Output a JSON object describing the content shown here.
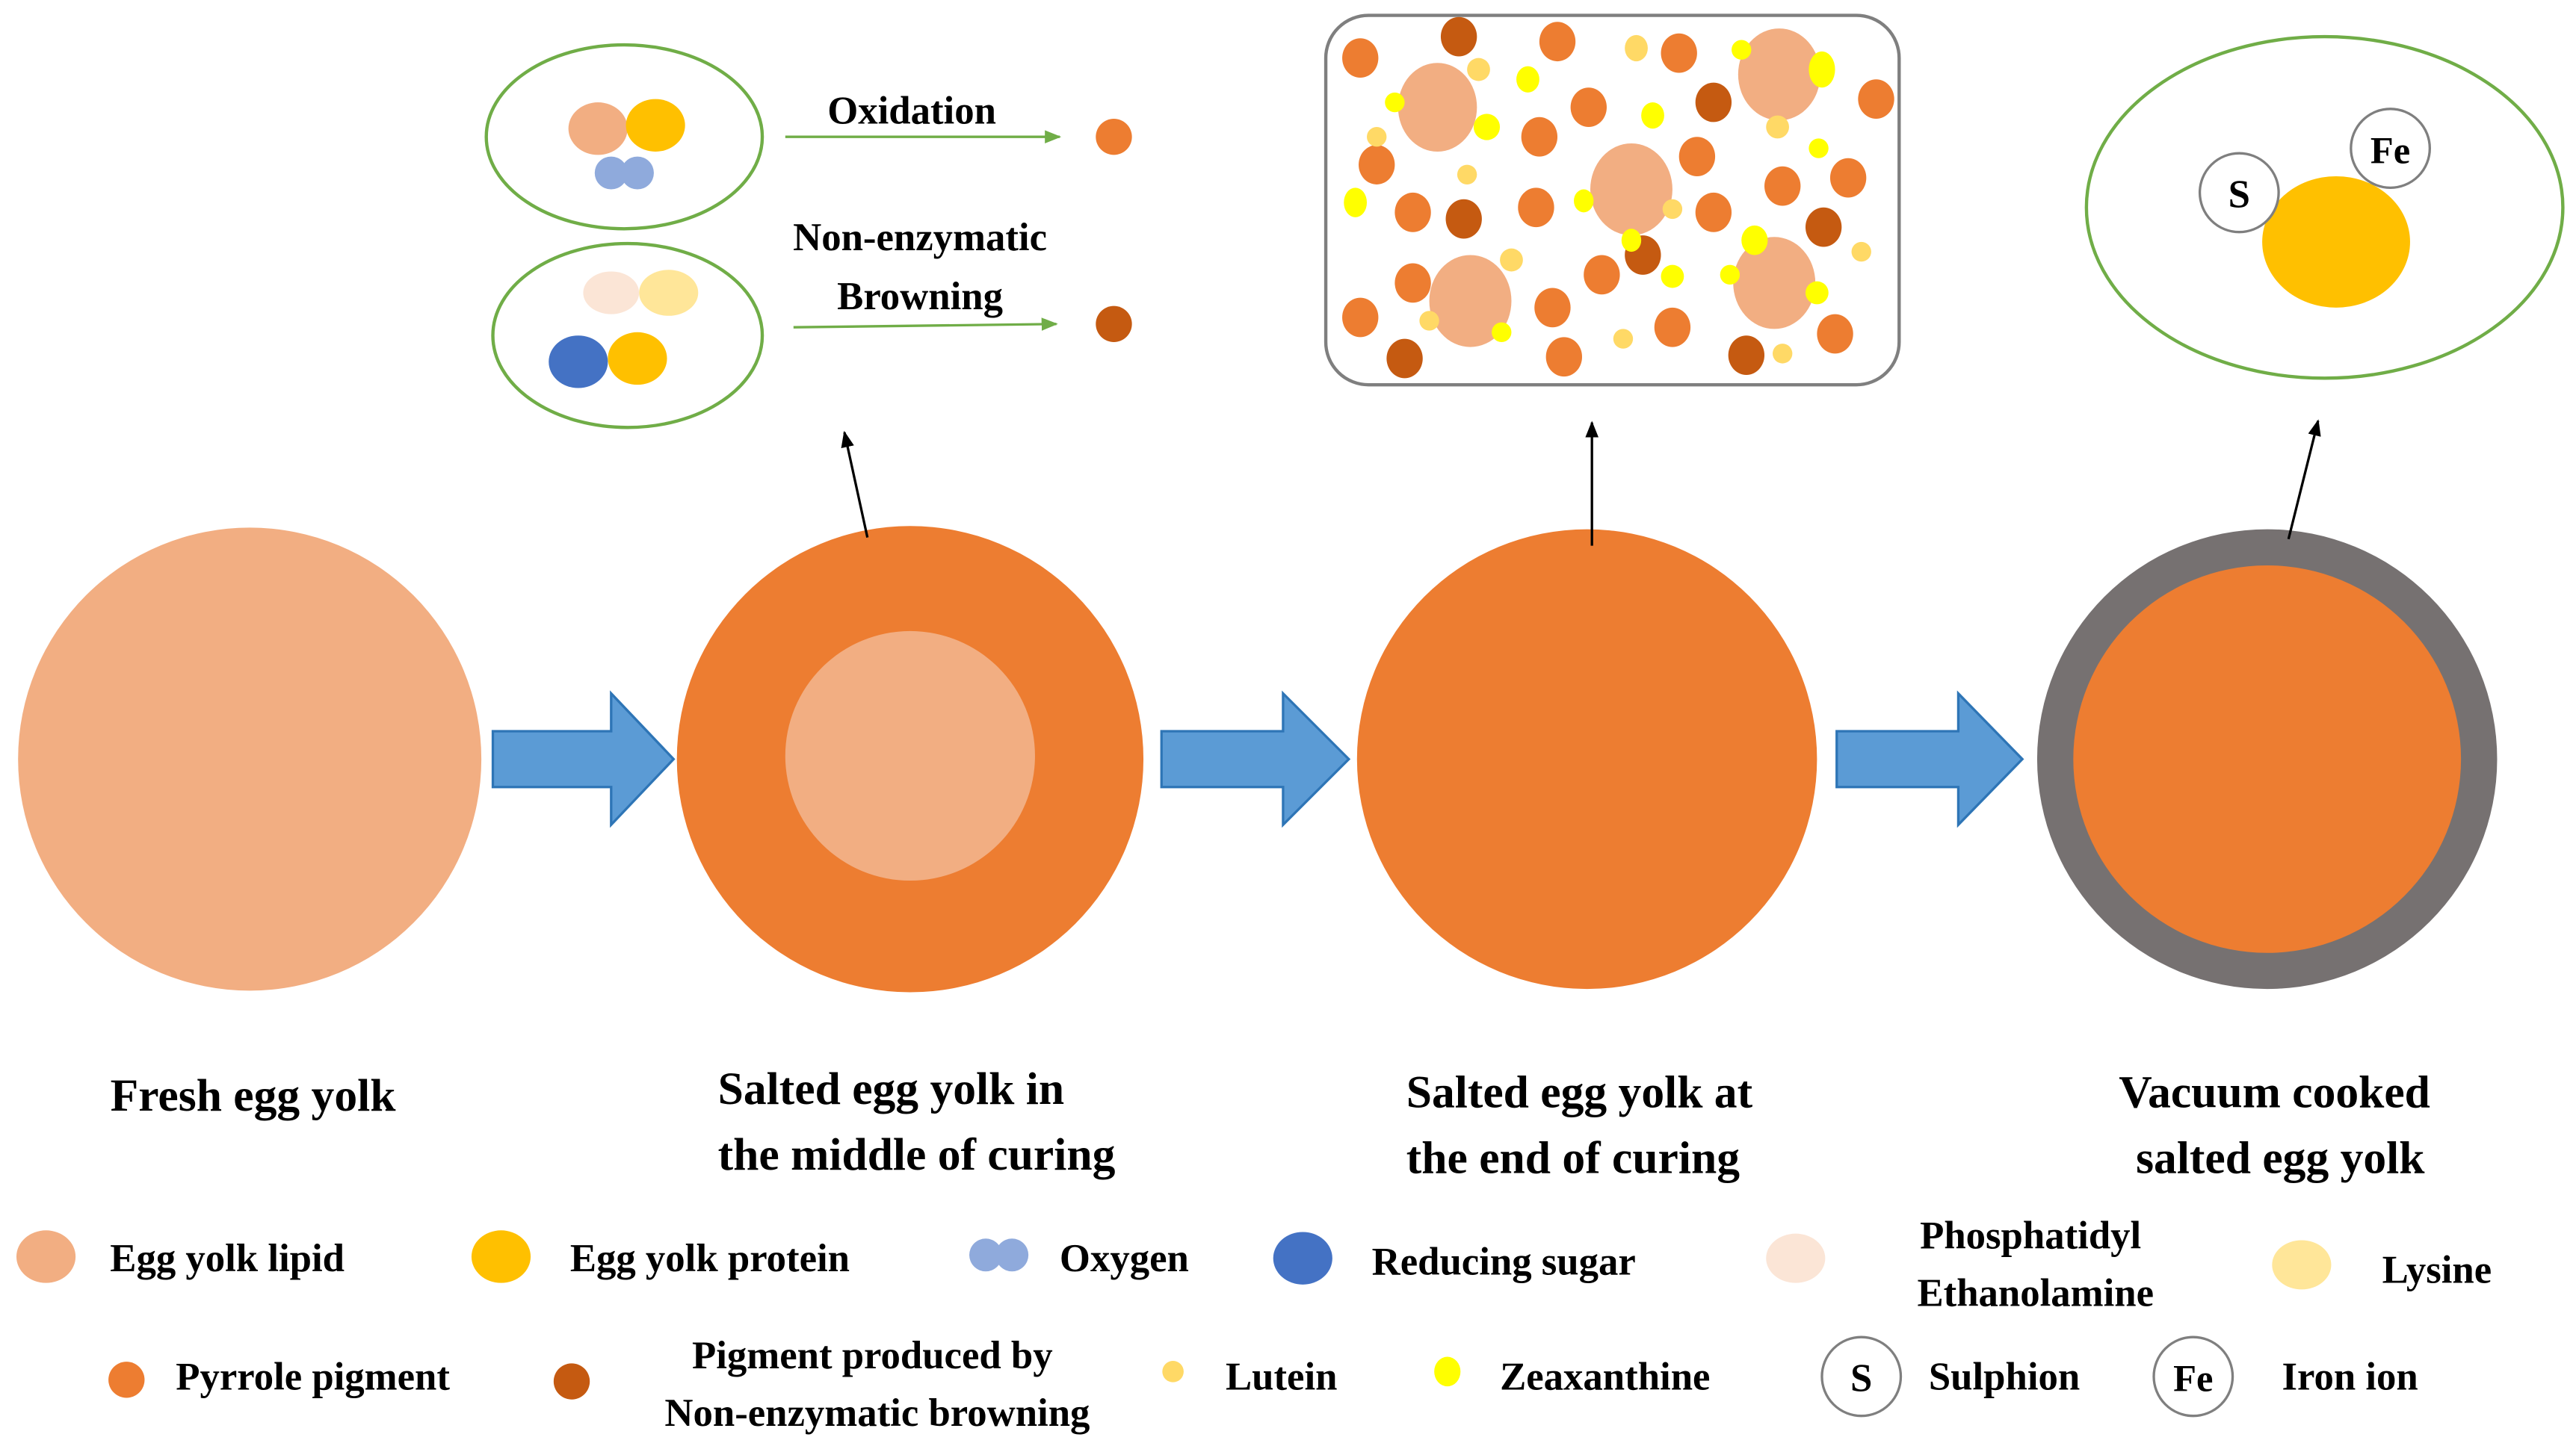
{
  "stages": [
    {
      "id": "fresh",
      "lines": [
        "Fresh egg yolk"
      ]
    },
    {
      "id": "middle",
      "lines": [
        "Salted egg yolk in",
        "the middle of curing"
      ]
    },
    {
      "id": "end",
      "lines": [
        "Salted egg yolk at",
        "the end of curing"
      ]
    },
    {
      "id": "cooked",
      "lines": [
        "Vacuum cooked",
        "salted egg yolk"
      ]
    }
  ],
  "reactions": {
    "oxidation": "Oxidation",
    "browning_line1": "Non-enzymatic",
    "browning_line2": "Browning"
  },
  "ions": {
    "sulphion_symbol": "S",
    "iron_symbol": "Fe"
  },
  "legend": {
    "row1": [
      {
        "key": "lipid",
        "lines": [
          "Egg yolk lipid"
        ]
      },
      {
        "key": "protein",
        "lines": [
          "Egg yolk protein"
        ]
      },
      {
        "key": "oxygen",
        "lines": [
          "Oxygen"
        ]
      },
      {
        "key": "sugar",
        "lines": [
          "Reducing sugar"
        ]
      },
      {
        "key": "pe",
        "lines": [
          "Phosphatidyl",
          "Ethanolamine"
        ]
      },
      {
        "key": "lysine",
        "lines": [
          "Lysine"
        ]
      }
    ],
    "row2": [
      {
        "key": "pyrrole",
        "lines": [
          "Pyrrole pigment"
        ]
      },
      {
        "key": "browning_pigment",
        "lines": [
          "Pigment produced by",
          "Non-enzymatic browning"
        ]
      },
      {
        "key": "lutein",
        "lines": [
          "Lutein"
        ]
      },
      {
        "key": "zeaxanthine",
        "lines": [
          "Zeaxanthine"
        ]
      },
      {
        "key": "sulphion",
        "lines": [
          "Sulphion"
        ]
      },
      {
        "key": "iron",
        "lines": [
          "Iron ion"
        ]
      }
    ]
  },
  "colors": {
    "lipid": "#F2AE82",
    "protein": "#FFC000",
    "oxygen": "#8FAADC",
    "sugar": "#4472C4",
    "pe": "#FBE5D6",
    "lysine": "#FFE699",
    "pyrrole": "#ED7D31",
    "browning_pigment": "#C55A11",
    "lutein": "#FFD966",
    "zeaxanthine": "#FFFF00",
    "shell": "#767171",
    "arrow_fill": "#5B9BD5",
    "arrow_stroke": "#2E75B6",
    "ellipse_stroke": "#70AD47"
  }
}
